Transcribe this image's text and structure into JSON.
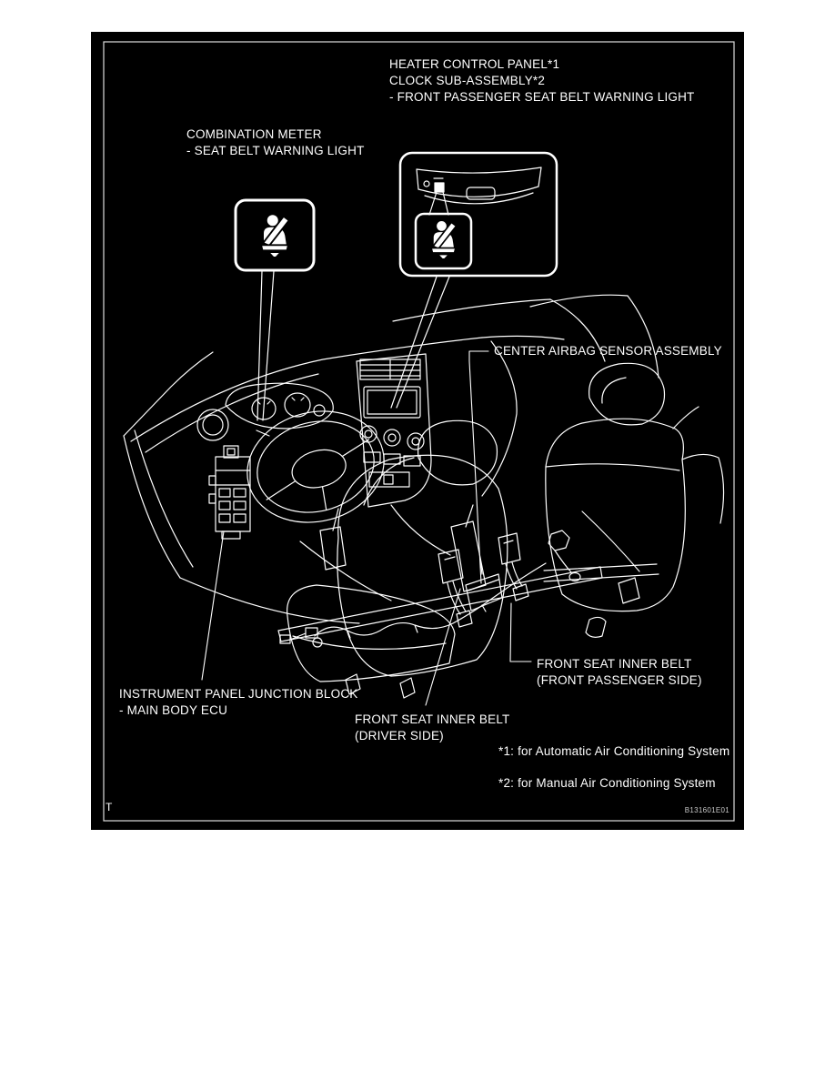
{
  "colors": {
    "page_bg": "#ffffff",
    "panel_bg": "#000000",
    "line": "#ffffff"
  },
  "callouts": {
    "heater_panel": {
      "line1": "HEATER CONTROL PANEL*1",
      "line2": "CLOCK SUB-ASSEMBLY*2",
      "line3": "- FRONT PASSENGER SEAT BELT WARNING LIGHT"
    },
    "combination_meter": {
      "line1": "COMBINATION METER",
      "line2": "- SEAT BELT WARNING LIGHT"
    },
    "center_airbag_sensor": {
      "line1": "CENTER AIRBAG SENSOR ASSEMBLY"
    },
    "junction_block": {
      "line1": "INSTRUMENT PANEL JUNCTION BLOCK",
      "line2": "- MAIN BODY ECU"
    },
    "inner_belt_driver": {
      "line1": "FRONT SEAT INNER BELT",
      "line2": "(DRIVER SIDE)"
    },
    "inner_belt_passenger": {
      "line1": "FRONT SEAT INNER BELT",
      "line2": "(FRONT PASSENGER SIDE)"
    }
  },
  "footnotes": {
    "note1": "*1: for Automatic Air Conditioning System",
    "note2": "*2: for Manual Air Conditioning System"
  },
  "corner_marker": "T",
  "figure_code": "B131601E01",
  "icons": {
    "seat_belt_warning": "seat-belt-warning-icon"
  }
}
